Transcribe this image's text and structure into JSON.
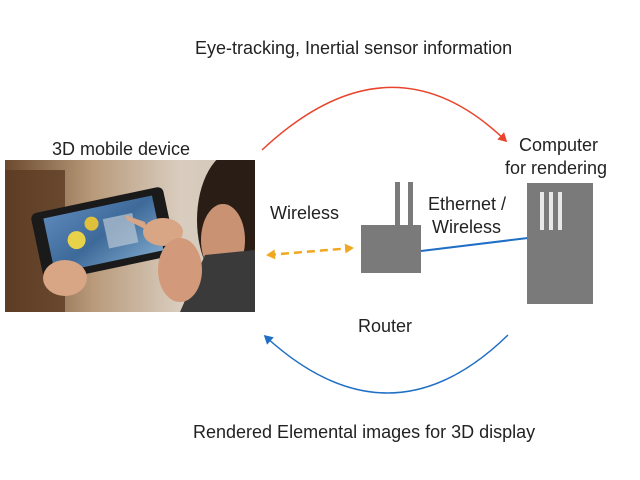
{
  "labels": {
    "top_flow": "Eye-tracking, Inertial sensor information",
    "bottom_flow": "Rendered Elemental images for 3D display",
    "mobile_device": "3D mobile device",
    "computer_line1": "Computer",
    "computer_line2": "for rendering",
    "wireless": "Wireless",
    "ethernet_line1": "Ethernet /",
    "ethernet_line2": "Wireless",
    "router": "Router"
  },
  "colors": {
    "top_arrow": "#e8452c",
    "bottom_arrow": "#1f6fc5",
    "wireless_arrow": "#f0a820",
    "ethernet_link": "#1f6fc5",
    "device_gray": "#7a7a7a"
  },
  "icons": {
    "photo": "person-holding-3d-mobile-device",
    "router": "router-icon",
    "computer": "computer-tower-icon"
  }
}
